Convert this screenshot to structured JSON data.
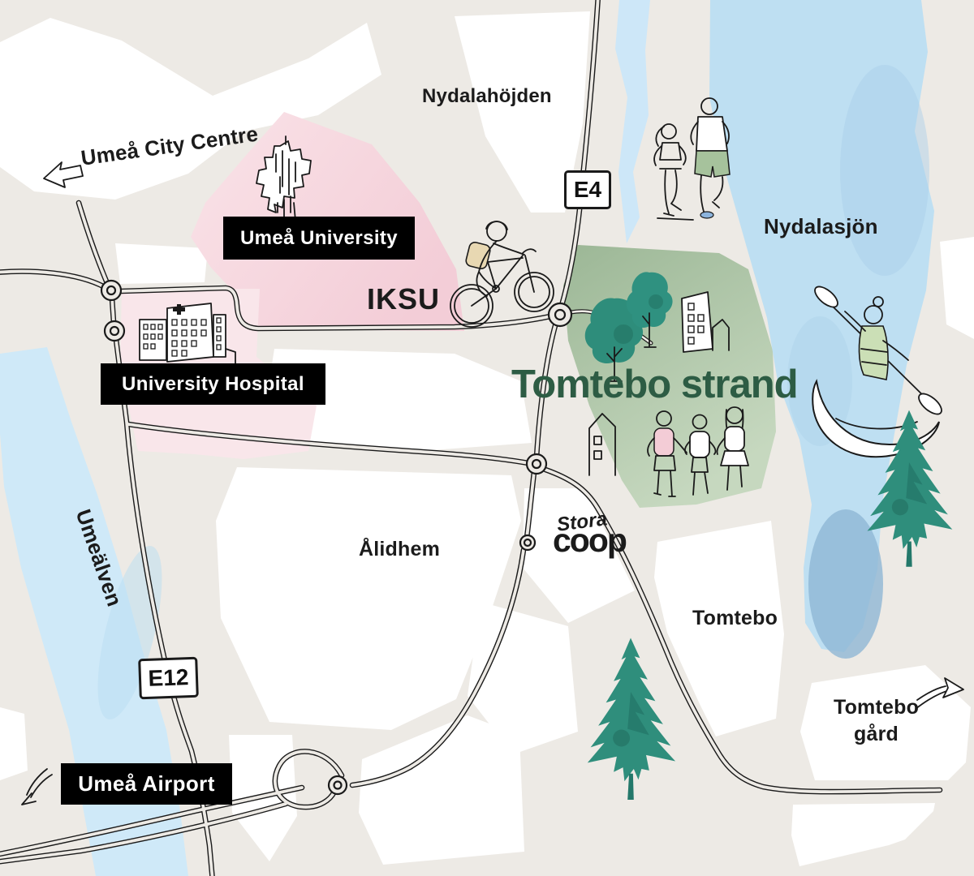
{
  "labels": {
    "city_centre": "Umeå City Centre",
    "nydalahojden": "Nydalahöjden",
    "nydalasjon": "Nydalasjön",
    "umealven": "Umeälven",
    "alidhem": "Ålidhem",
    "tomtebo": "Tomtebo",
    "tomtebo_gard": "Tomtebo gård",
    "tomtebo_strand": "Tomtebo strand"
  },
  "boxed_labels": {
    "umea_university": "Umeå University",
    "university_hospital": "University Hospital",
    "umea_airport": "Umeå Airport"
  },
  "road_badges": {
    "e4": "E4",
    "e12": "E12"
  },
  "logos": {
    "iksu": "IKSU",
    "stora": "Stora",
    "coop": "coop"
  },
  "colors": {
    "background": "#edeae5",
    "block_white": "#ffffff",
    "university_pink": "#f5d4db",
    "tomtebo_green_area": "#b0c8a9",
    "lake_blue": "#bedff2",
    "river_blue": "#cfe9f8",
    "road_black": "#1a1a1a",
    "label_box_black": "#000000",
    "strand_text_green": "#2d5c44",
    "tree_teal": "#2f8e7c"
  }
}
